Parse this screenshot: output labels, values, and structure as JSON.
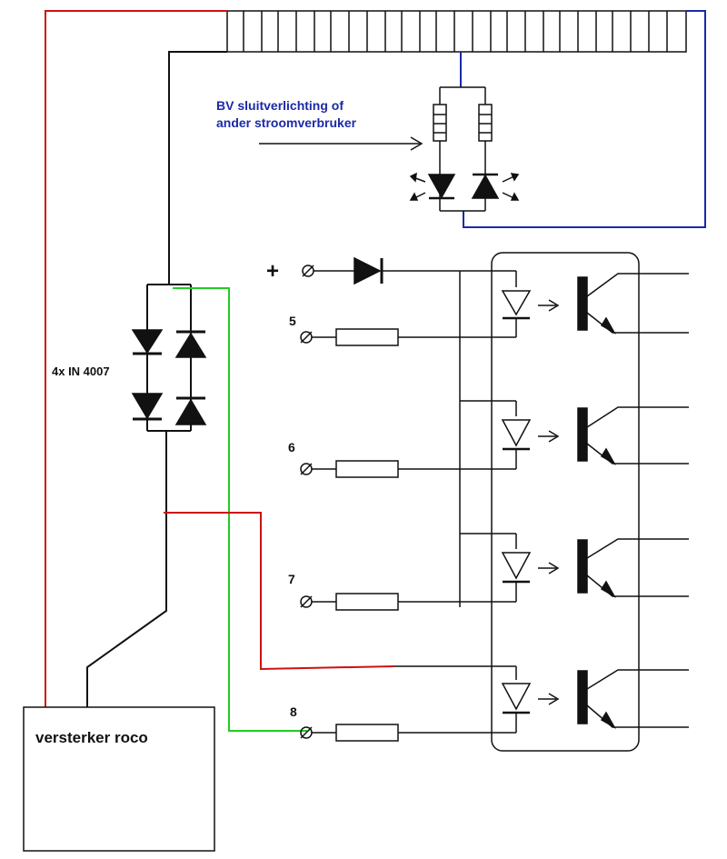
{
  "labels": {
    "annotation_line1": "BV sluitverlichting of",
    "annotation_line2": "ander stroomverbruker",
    "bridge_label": "4x IN 4007",
    "plus_sign": "+",
    "input_5": "5",
    "input_6": "6",
    "input_7": "7",
    "input_8": "8",
    "amplifier_label": "versterker roco"
  },
  "colors": {
    "red_wire": "#cc1111",
    "green_wire": "#22cc22",
    "blue_wire": "#1a2aa8",
    "black_wire": "#111111",
    "annotation_text": "#1a2aa8"
  }
}
